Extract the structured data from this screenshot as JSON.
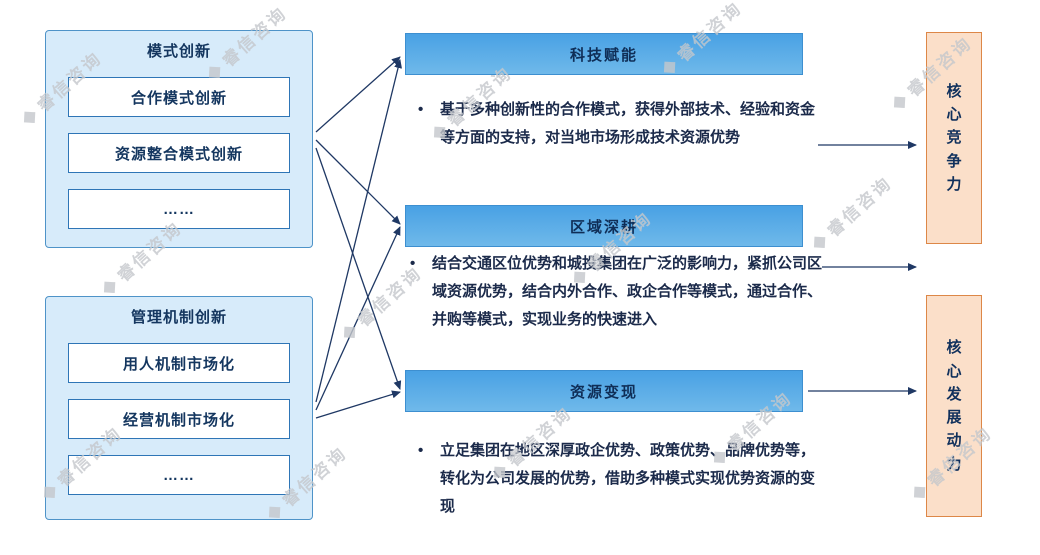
{
  "watermark": {
    "logo": "◆",
    "text": "睿信咨询"
  },
  "bullet_char": "•",
  "left": {
    "groups": [
      {
        "title": "模式创新",
        "items": [
          "合作模式创新",
          "资源整合模式创新",
          "……"
        ]
      },
      {
        "title": "管理机制创新",
        "items": [
          "用人机制市场化",
          "经营机制市场化",
          "……"
        ]
      }
    ]
  },
  "middle": {
    "sections": [
      {
        "title": "科技赋能",
        "bullet": "基于多种创新性的合作模式，获得外部技术、经验和资金等方面的支持，对当地市场形成技术资源优势"
      },
      {
        "title": "区域深耕",
        "bullet": "结合交通区位优势和城投集团在广泛的影响力，紧抓公司区域资源优势，结合内外合作、政企合作等模式，通过合作、并购等模式，实现业务的快速进入"
      },
      {
        "title": "资源变现",
        "bullet": "立足集团在地区深厚政企优势、政策优势、品牌优势等，转化为公司发展的优势，借助多种模式实现优势资源的变现"
      }
    ]
  },
  "right": {
    "boxes": [
      {
        "title": "核心竞争力"
      },
      {
        "title": "核心发展动力"
      }
    ]
  },
  "colors": {
    "left_box_fill": "#d7ebfa",
    "left_box_border": "#4e93c8",
    "inner_box_border": "#2e75b6",
    "section_bar_blue": "#49a1e4",
    "right_box_fill": "#fbdfc9",
    "right_box_border": "#dd8747",
    "arrow": "#1f3864",
    "text_navy": "#14365f",
    "watermark_gray": "#c5c8cc"
  }
}
